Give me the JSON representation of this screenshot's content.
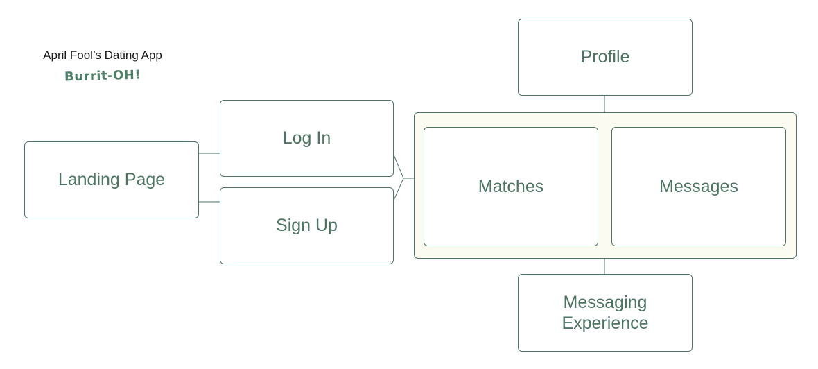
{
  "header": {
    "app_title": "April Fool’s Dating App",
    "logo_text": "Burrit-OH!"
  },
  "nodes": {
    "landing": "Landing Page",
    "login": "Log In",
    "signup": "Sign Up",
    "profile": "Profile",
    "matches": "Matches",
    "messages": "Messages",
    "messaging_experience_line1": "Messaging",
    "messaging_experience_line2": "Experience"
  },
  "colors": {
    "node_text": "#4e7563",
    "node_border": "#4e7563",
    "group_fill": "#fcfbf2",
    "logo": "#4e8068"
  }
}
